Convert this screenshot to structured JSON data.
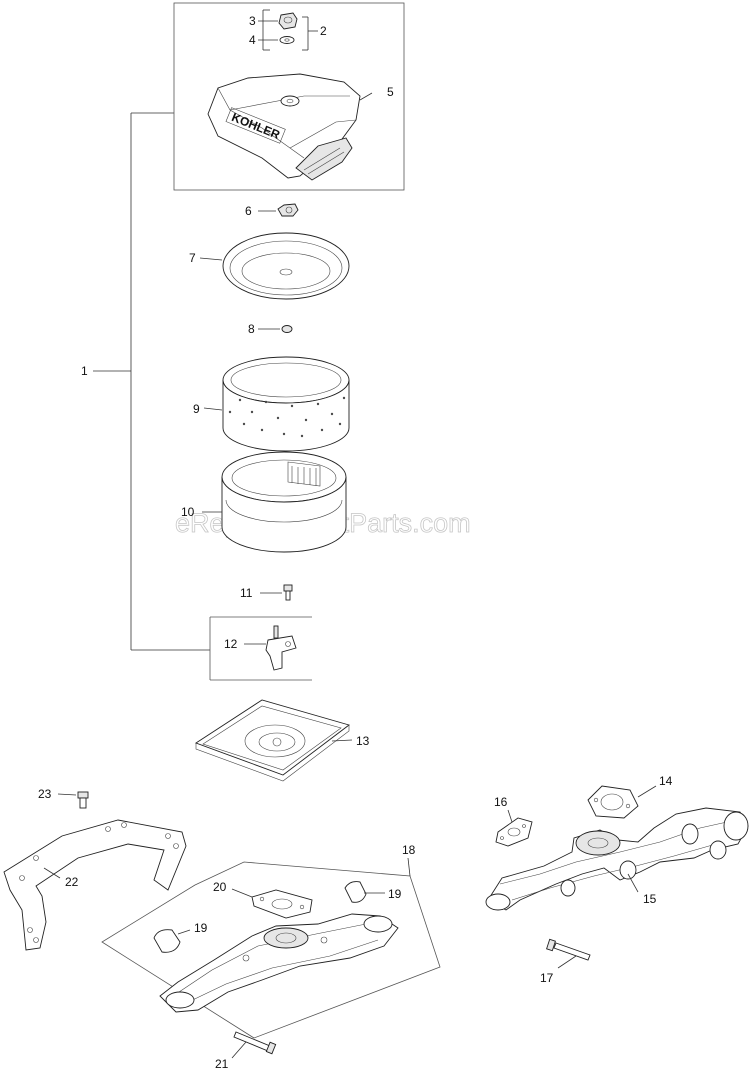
{
  "watermark": "eReplacementParts.com",
  "logo_text": "KOHLER",
  "callouts": {
    "c1": "1",
    "c2": "2",
    "c3": "3",
    "c4": "4",
    "c5": "5",
    "c6": "6",
    "c7": "7",
    "c8": "8",
    "c9": "9",
    "c10": "10",
    "c11": "11",
    "c12": "12",
    "c13": "13",
    "c14": "14",
    "c15": "15",
    "c16": "16",
    "c17": "17",
    "c18": "18",
    "c19a": "19",
    "c19b": "19",
    "c20": "20",
    "c21": "21",
    "c22": "22",
    "c23": "23"
  }
}
